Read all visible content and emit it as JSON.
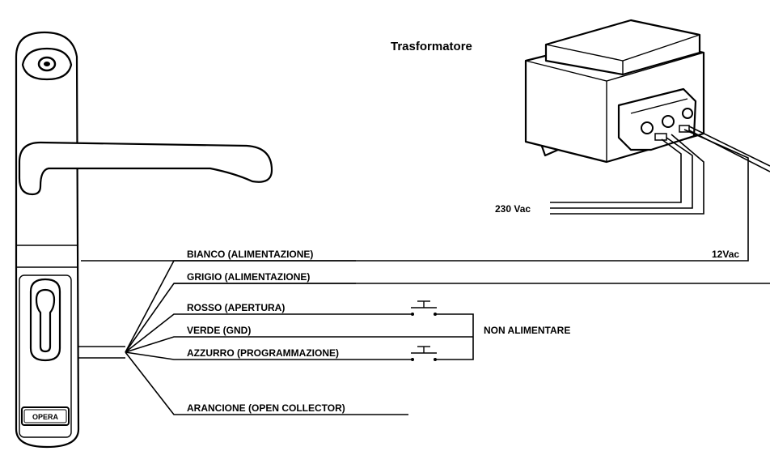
{
  "transformer": {
    "title": "Trasformatore"
  },
  "supply": {
    "mains_label": "230 Vac",
    "low_voltage_label": "12Vac"
  },
  "wires": [
    {
      "id": "bianco",
      "label": "BIANCO (ALIMENTAZIONE)"
    },
    {
      "id": "grigio",
      "label": "GRIGIO (ALIMENTAZIONE)"
    },
    {
      "id": "rosso",
      "label": "ROSSO (APERTURA)"
    },
    {
      "id": "verde",
      "label": "VERDE (GND)"
    },
    {
      "id": "azzurro",
      "label": "AZZURRO (PROGRAMMAZIONE)"
    },
    {
      "id": "arancione",
      "label": "ARANCIONE (OPEN COLLECTOR)"
    }
  ],
  "note": "NON ALIMENTARE",
  "handle": {
    "logo_text": "OPERA"
  }
}
